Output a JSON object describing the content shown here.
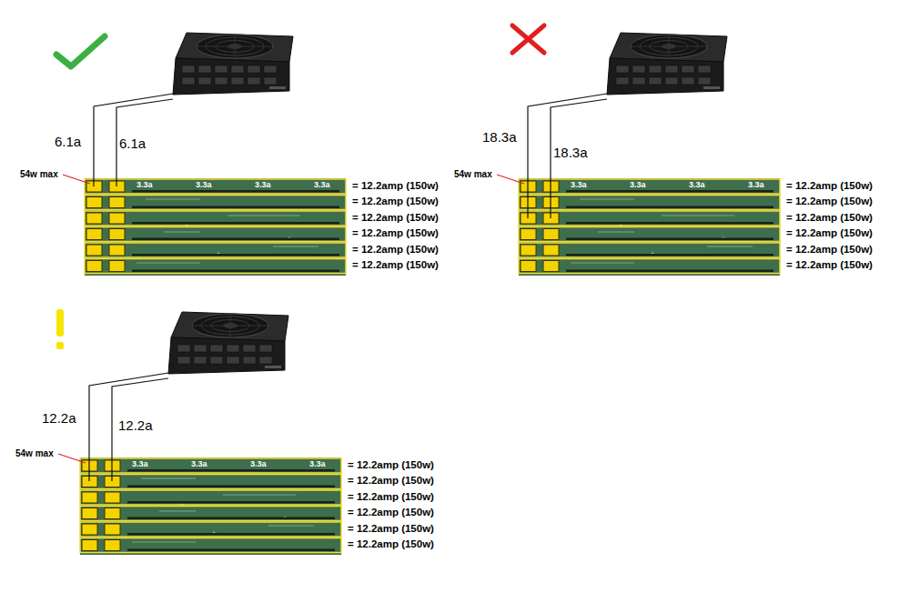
{
  "diagram": {
    "labels": [
      "6.1a",
      "6.1a",
      "54w max",
      "3.3a",
      "3.3a",
      "3.3a",
      "3.3a",
      "= 12.2amp (150w)",
      "= 12.2amp (150w)",
      "= 12.2amp (150w)",
      "= 12.2amp (150w)",
      "= 12.2amp (150w)",
      "= 12.2amp (150w)",
      "18.3a",
      "18.3a",
      "54w max",
      "3.3a",
      "3.3a",
      "3.3a",
      "3.3a",
      "= 12.2amp (150w)",
      "= 12.2amp (150w)",
      "= 12.2amp (150w)",
      "= 12.2amp (150w)",
      "= 12.2amp (150w)",
      "= 12.2amp (150w)",
      "12.2a",
      "12.2a",
      "54w max",
      "3.3a",
      "3.3a",
      "3.3a",
      "3.3a",
      "= 12.2amp (150w)",
      "= 12.2amp (150w)",
      "= 12.2amp (150w)",
      "= 12.2amp (150w)",
      "= 12.2amp (150w)",
      "= 12.2amp (150w)"
    ]
  }
}
